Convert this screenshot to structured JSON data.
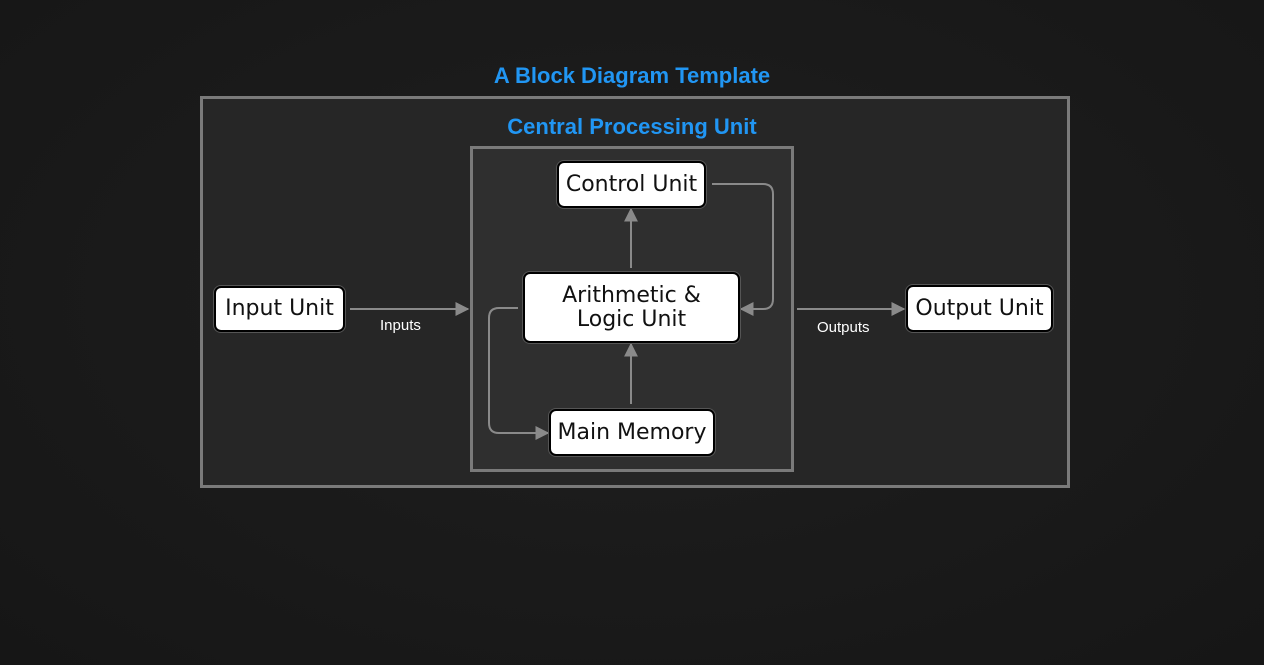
{
  "diagram": {
    "title": "A Block Diagram Template",
    "group_label": "Central Processing Unit",
    "nodes": {
      "input_unit": "Input Unit",
      "control_unit": "Control Unit",
      "alu": "Arithmetic & Logic Unit",
      "main_memory": "Main Memory",
      "output_unit": "Output Unit"
    },
    "edge_labels": {
      "inputs": "Inputs",
      "outputs": "Outputs"
    },
    "edges": [
      {
        "from": "input_unit",
        "to": "alu",
        "label": "Inputs"
      },
      {
        "from": "alu",
        "to": "control_unit"
      },
      {
        "from": "control_unit",
        "to": "alu"
      },
      {
        "from": "main_memory",
        "to": "alu"
      },
      {
        "from": "alu",
        "to": "main_memory"
      },
      {
        "from": "alu",
        "to": "output_unit",
        "label": "Outputs"
      }
    ]
  },
  "colors": {
    "background": "#1a1a1a",
    "title": "#2196f3",
    "frame_border": "#7a7a7a",
    "node_fill": "#ffffff",
    "wire": "#8a8a8a"
  }
}
